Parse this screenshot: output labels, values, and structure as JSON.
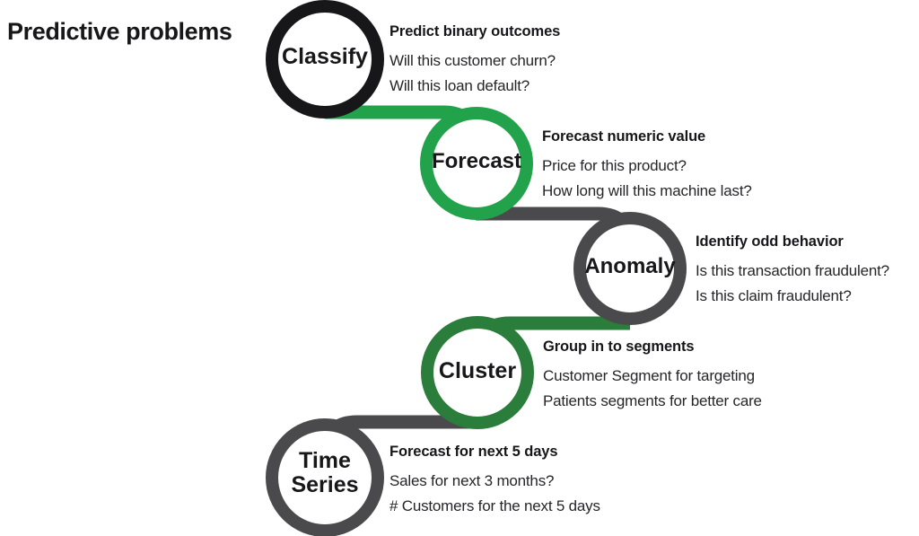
{
  "title": "Predictive problems",
  "colors": {
    "black": "#17171a",
    "green_bright": "#22a24b",
    "green_dark": "#2b7d3c",
    "gray_dark": "#4a4a4c",
    "background": "#ffffff",
    "text": "#26262a"
  },
  "nodes": [
    {
      "id": "classify",
      "label": "Classify",
      "color": "#17171a",
      "heading": "Predict binary outcomes",
      "lines": [
        "Will this customer churn?",
        "Will this loan default?"
      ]
    },
    {
      "id": "forecast",
      "label": "Forecast",
      "color": "#22a24b",
      "heading": "Forecast numeric value",
      "lines": [
        "Price for this product?",
        "How long will this machine last?"
      ]
    },
    {
      "id": "anomaly",
      "label": "Anomaly",
      "color": "#4a4a4c",
      "heading": "Identify odd behavior",
      "lines": [
        "Is this transaction fraudulent?",
        "Is this claim fraudulent?"
      ]
    },
    {
      "id": "cluster",
      "label": "Cluster",
      "color": "#2b7d3c",
      "heading": "Group in to segments",
      "lines": [
        "Customer Segment for targeting",
        "Patients segments for better care"
      ]
    },
    {
      "id": "timeseries",
      "label": "Time\nSeries",
      "color": "#4a4a4c",
      "heading": "Forecast for next 5 days",
      "lines": [
        "Sales for next 3 months?",
        "# Customers for the next 5 days"
      ]
    }
  ]
}
